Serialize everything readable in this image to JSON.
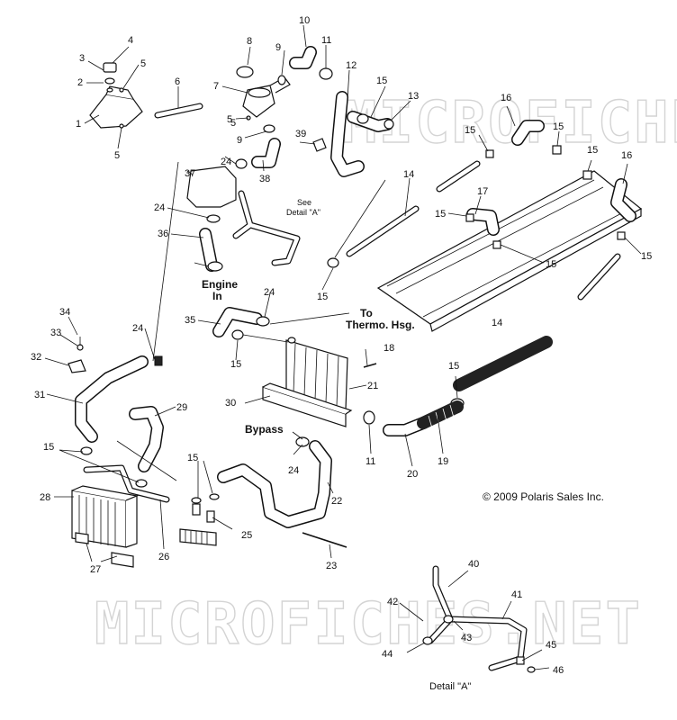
{
  "watermark": "MICROFICHES.NET",
  "copyright": "© 2009 Polaris Sales Inc.",
  "labels": {
    "engine_in_1": "Engine",
    "engine_in_2": "In",
    "to_thermo_1": "To",
    "to_thermo_2": "Thermo. Hsg.",
    "bypass": "Bypass",
    "see_detail_1": "See",
    "see_detail_2": "Detail \"A\"",
    "detail_a": "Detail \"A\""
  },
  "callouts": [
    "1",
    "2",
    "3",
    "4",
    "5",
    "5",
    "6",
    "7",
    "5",
    "8",
    "9",
    "9",
    "10",
    "11",
    "12",
    "13",
    "14",
    "14",
    "15",
    "15",
    "15",
    "15",
    "15",
    "15",
    "15",
    "15",
    "15",
    "15",
    "16",
    "16",
    "17",
    "18",
    "19",
    "20",
    "21",
    "22",
    "23",
    "24",
    "24",
    "24",
    "24",
    "25",
    "26",
    "27",
    "28",
    "29",
    "30",
    "31",
    "32",
    "33",
    "34",
    "35",
    "36",
    "37",
    "38",
    "39",
    "40",
    "41",
    "42",
    "43",
    "44",
    "45",
    "46",
    "11"
  ]
}
